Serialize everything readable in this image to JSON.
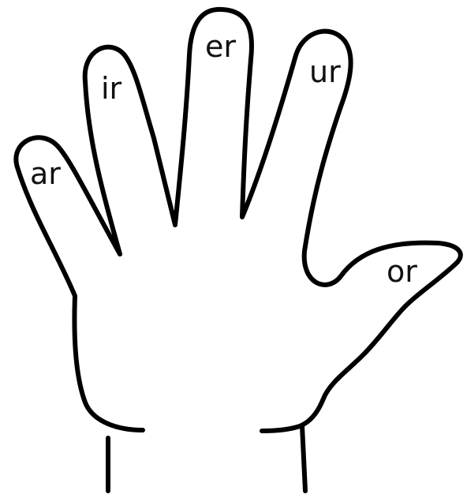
{
  "diagram": {
    "subject": "hand",
    "colors": {
      "outline": "#000000",
      "background": "#ffffff",
      "text": "#111111"
    },
    "fingers": [
      {
        "id": "pinky",
        "label": "ar"
      },
      {
        "id": "ring",
        "label": "ir"
      },
      {
        "id": "middle",
        "label": "er"
      },
      {
        "id": "index",
        "label": "ur"
      },
      {
        "id": "thumb",
        "label": "or"
      }
    ]
  }
}
